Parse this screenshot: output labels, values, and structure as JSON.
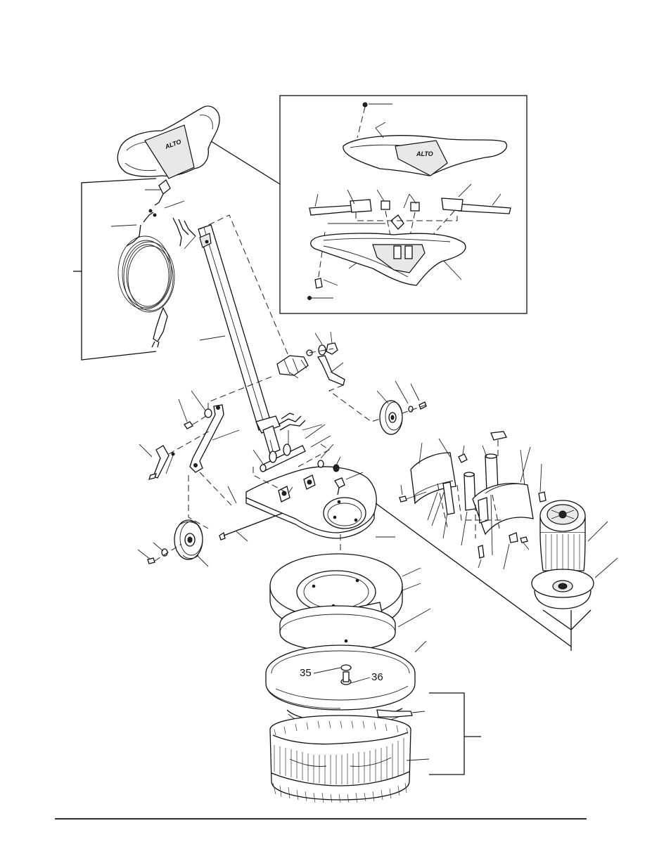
{
  "callouts": {
    "label_35": "35",
    "label_36": "36"
  },
  "logos": {
    "handle_logo": "ALTO",
    "inset_logo": "ALTO"
  },
  "colors": {
    "line": "#111111",
    "background": "#ffffff"
  }
}
